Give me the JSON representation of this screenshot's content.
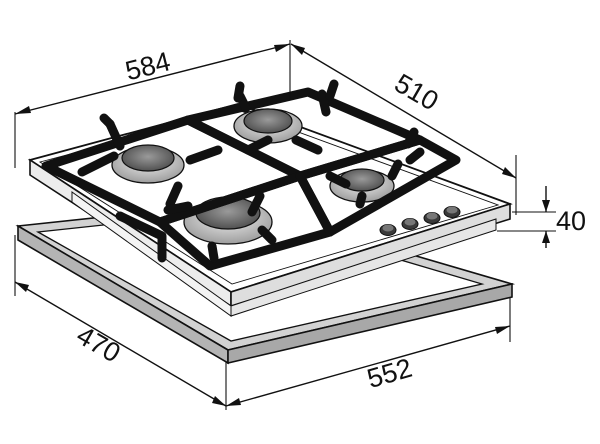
{
  "dimensions": {
    "width_top": "584",
    "depth_top": "510",
    "height": "40",
    "cutout_depth": "470",
    "cutout_width": "552"
  },
  "colors": {
    "line": "#111111",
    "frame_fill": "#b4b4b4",
    "burner_cap": "#6f6f6f",
    "burner_ring": "#cfcfcf"
  },
  "icons": {
    "knob_count": 4,
    "burner_count": 4
  }
}
